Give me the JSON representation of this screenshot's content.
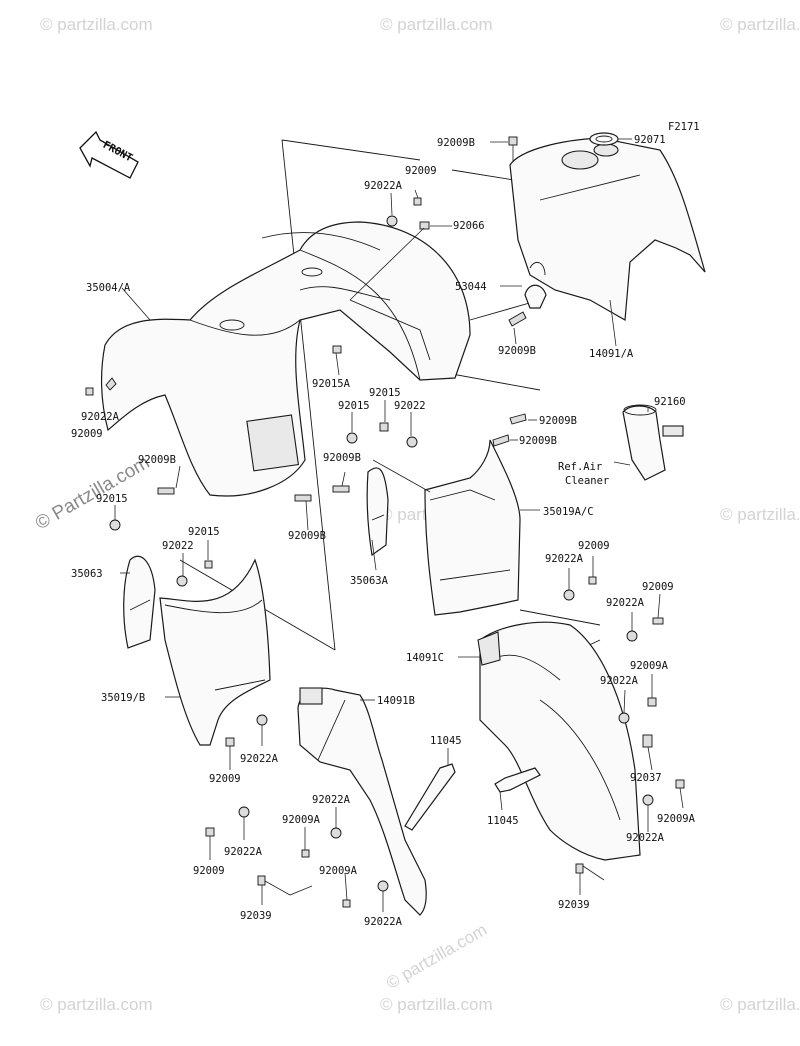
{
  "diagram": {
    "figure_code": "F2171",
    "front_label": "FRONT",
    "watermark": "© Partzilla.com",
    "watermark_short": "© partzilla.com",
    "note_ref_air_line1": "Ref.Air",
    "note_ref_air_line2": "Cleaner",
    "parts": [
      {
        "id": "p1",
        "label": "92009B"
      },
      {
        "id": "p2",
        "label": "92071"
      },
      {
        "id": "p3",
        "label": "92009"
      },
      {
        "id": "p4",
        "label": "92022A"
      },
      {
        "id": "p5",
        "label": "92066"
      },
      {
        "id": "p6",
        "label": "35004/A"
      },
      {
        "id": "p7",
        "label": "53044"
      },
      {
        "id": "p8",
        "label": "92009B"
      },
      {
        "id": "p9",
        "label": "14091/A"
      },
      {
        "id": "p10",
        "label": "92015A"
      },
      {
        "id": "p11",
        "label": "92015"
      },
      {
        "id": "p12",
        "label": "92015"
      },
      {
        "id": "p13",
        "label": "92022"
      },
      {
        "id": "p14",
        "label": "92009B"
      },
      {
        "id": "p15",
        "label": "92009B"
      },
      {
        "id": "p16",
        "label": "92160"
      },
      {
        "id": "p17",
        "label": "92022A"
      },
      {
        "id": "p18",
        "label": "92009"
      },
      {
        "id": "p19",
        "label": "92009B"
      },
      {
        "id": "p20",
        "label": "92009B"
      },
      {
        "id": "p21",
        "label": "92015"
      },
      {
        "id": "p22",
        "label": "92009B"
      },
      {
        "id": "p23",
        "label": "35019A/C"
      },
      {
        "id": "p24",
        "label": "92015"
      },
      {
        "id": "p25",
        "label": "92022"
      },
      {
        "id": "p26",
        "label": "35063A"
      },
      {
        "id": "p27",
        "label": "35063"
      },
      {
        "id": "p28",
        "label": "92009"
      },
      {
        "id": "p29",
        "label": "92022A"
      },
      {
        "id": "p30",
        "label": "92009"
      },
      {
        "id": "p31",
        "label": "92022A"
      },
      {
        "id": "p32",
        "label": "14091C"
      },
      {
        "id": "p33",
        "label": "92009A"
      },
      {
        "id": "p34",
        "label": "35019/B"
      },
      {
        "id": "p35",
        "label": "14091B"
      },
      {
        "id": "p36",
        "label": "92022A"
      },
      {
        "id": "p37",
        "label": "11045"
      },
      {
        "id": "p38",
        "label": "92022A"
      },
      {
        "id": "p39",
        "label": "92009"
      },
      {
        "id": "p40",
        "label": "92037"
      },
      {
        "id": "p41",
        "label": "11045"
      },
      {
        "id": "p42",
        "label": "92022A"
      },
      {
        "id": "p43",
        "label": "92009A"
      },
      {
        "id": "p44",
        "label": "92009A"
      },
      {
        "id": "p45",
        "label": "92022A"
      },
      {
        "id": "p46",
        "label": "92022A"
      },
      {
        "id": "p47",
        "label": "92009"
      },
      {
        "id": "p48",
        "label": "92009A"
      },
      {
        "id": "p49",
        "label": "92039"
      },
      {
        "id": "p50",
        "label": "92022A"
      },
      {
        "id": "p51",
        "label": "92039"
      }
    ]
  }
}
